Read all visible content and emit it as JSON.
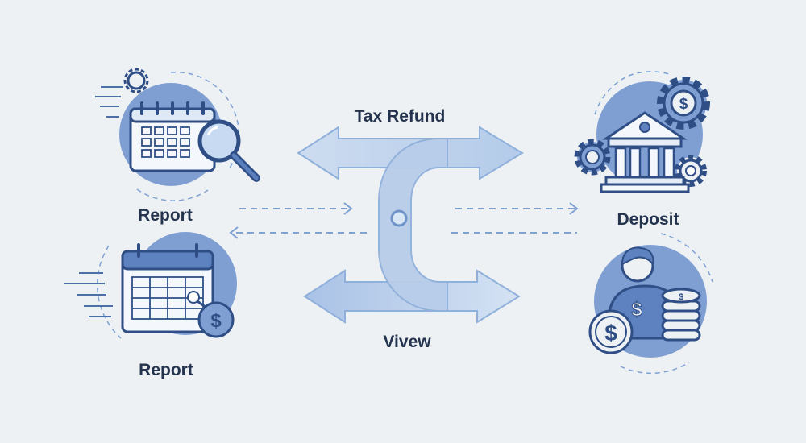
{
  "labels": {
    "top_left": "Report",
    "bottom_left": "Report",
    "top_center": "Tax Refund",
    "bottom_center": "Vivew",
    "top_right": "Deposit"
  },
  "icons": {
    "top_left": "calendar-magnifier-icon",
    "bottom_left": "calendar-dollar-icon",
    "top_right": "bank-gears-icon",
    "bottom_right": "person-coins-icon",
    "center": "curved-arrows-icon"
  },
  "colors": {
    "background": "#eef1f3",
    "circle_fill": "#7f9fd3",
    "outline": "#2f4e86",
    "arrow_fill": "#c6d8ef",
    "arrow_stroke": "#8fb0db",
    "text": "#24344f"
  }
}
